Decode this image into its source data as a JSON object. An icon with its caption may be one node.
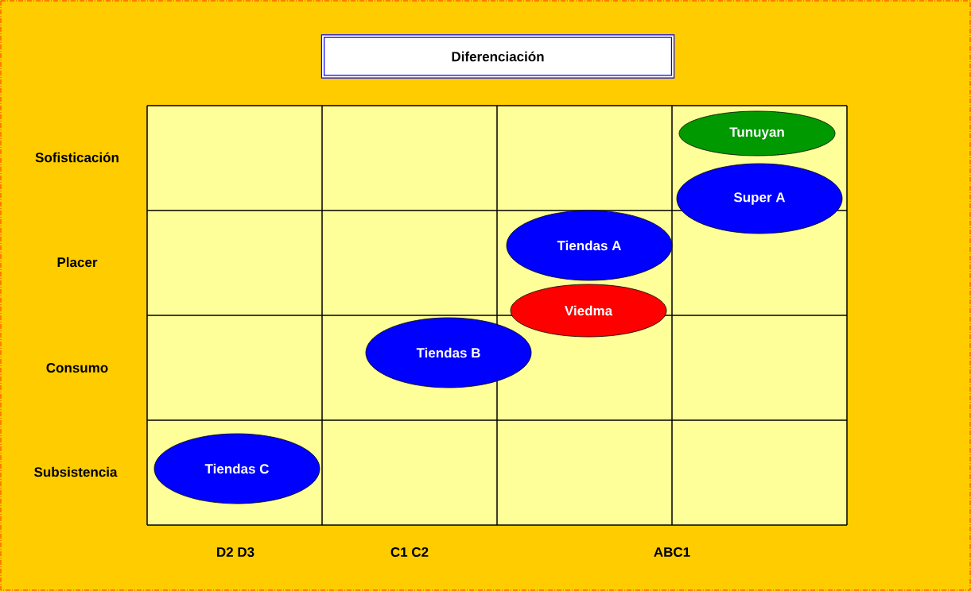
{
  "diagram": {
    "title": "Diferenciación",
    "nodes": [
      {
        "text": [
          "Tunuyan"
        ]
      },
      {
        "text": [
          "Super A"
        ]
      },
      {
        "text": [
          "Tiendas A"
        ]
      },
      {
        "text": [
          "Viedma"
        ]
      },
      {
        "text": [
          "Tiendas B"
        ]
      },
      {
        "text": [
          "Tiendas C"
        ]
      }
    ],
    "labels": [
      "Sofisticación",
      "Placer",
      "Consumo",
      "Subsistencia",
      "D2 D3",
      "C1 C2",
      "ABC1"
    ]
  }
}
